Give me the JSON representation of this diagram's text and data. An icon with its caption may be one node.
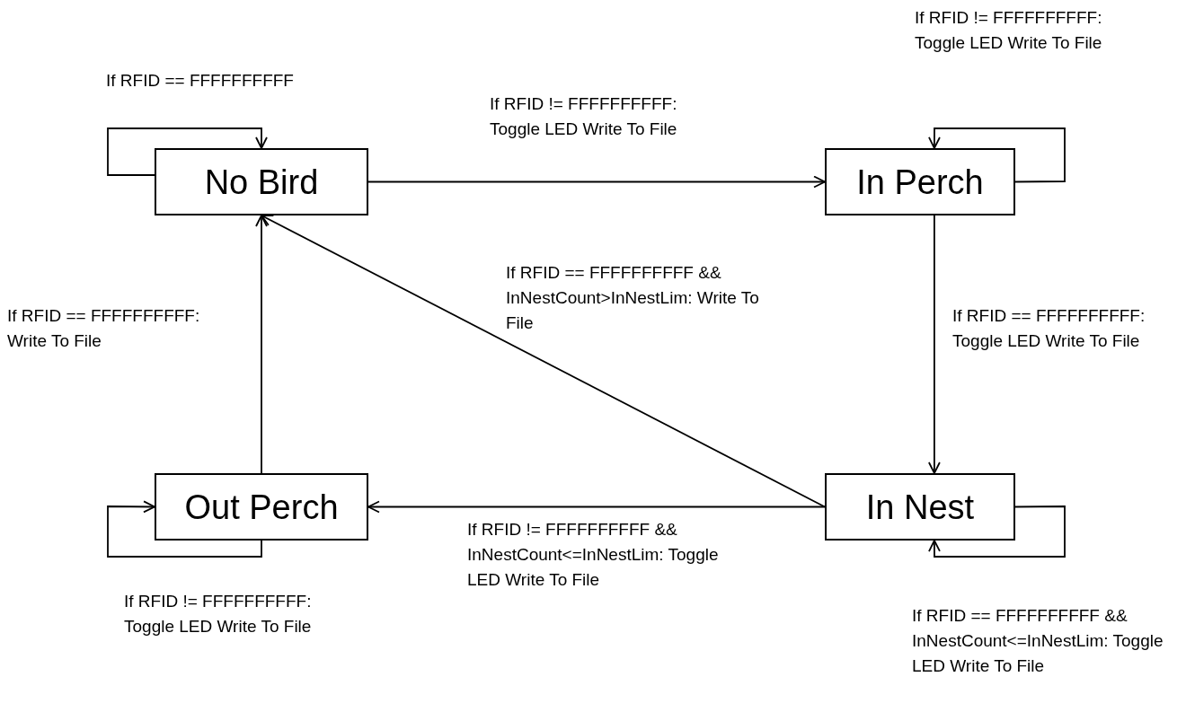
{
  "diagram": {
    "nodes": [
      {
        "text": [
          "No Bird"
        ]
      },
      {
        "text": [
          "In Perch"
        ]
      },
      {
        "text": [
          "In Nest"
        ]
      },
      {
        "text": [
          "Out Perch"
        ]
      }
    ],
    "edges": [
      {
        "from": 0,
        "to": 0,
        "arrow": "to",
        "label": "If RFID == FFFFFFFFFF"
      },
      {
        "from": 0,
        "to": 1,
        "arrow": "to",
        "label": "If RFID != FFFFFFFFFF: Toggle LED Write To File"
      },
      {
        "from": 1,
        "to": 1,
        "arrow": "to",
        "label": "If RFID != FFFFFFFFFF: Toggle LED Write To File"
      },
      {
        "from": 1,
        "to": 2,
        "arrow": "to",
        "label": "If RFID == FFFFFFFFFF: Toggle LED Write To File"
      },
      {
        "from": 2,
        "to": 2,
        "arrow": "to",
        "label": "If RFID == FFFFFFFFFF && InNestCount<=InNestLim: Toggle LED Write To File"
      },
      {
        "from": 2,
        "to": 0,
        "arrow": "to",
        "label": "If RFID == FFFFFFFFFF && InNestCount>InNestLim: Write To File"
      },
      {
        "from": 2,
        "to": 3,
        "arrow": "to",
        "label": "If RFID != FFFFFFFFFF && InNestCount<=InNestLim: Toggle LED Write To File"
      },
      {
        "from": 3,
        "to": 0,
        "arrow": "to",
        "label": "If RFID == FFFFFFFFFF: Write To File"
      },
      {
        "from": 3,
        "to": 3,
        "arrow": "to",
        "label": "If RFID != FFFFFFFFFF: Toggle LED Write To File"
      }
    ]
  }
}
